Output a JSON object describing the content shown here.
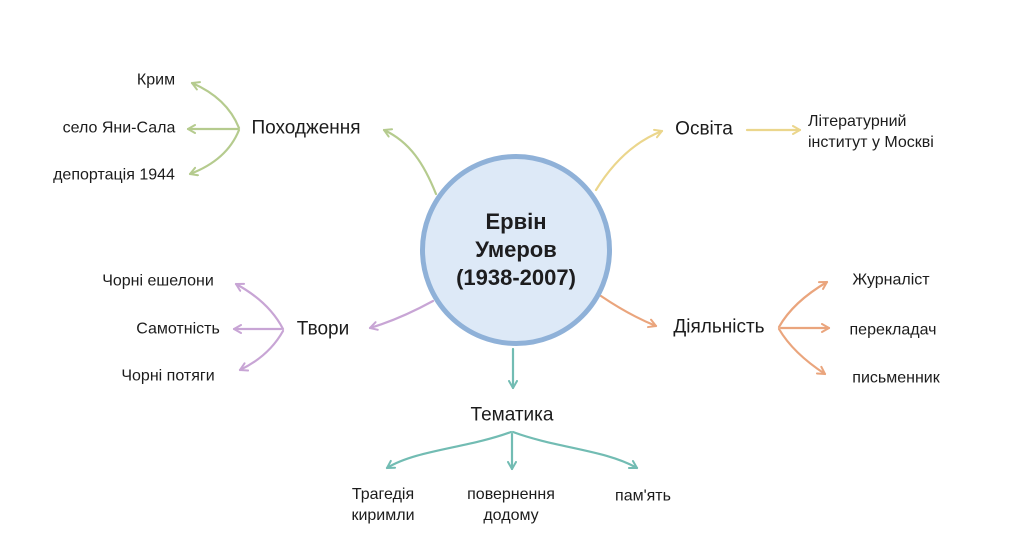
{
  "center": {
    "line1": "Ервін",
    "line2": "Умеров",
    "line3": "(1938-2007)",
    "fill": "#dde9f7",
    "border": "#8fb1d8"
  },
  "branches": [
    {
      "id": "pokhodzhennia",
      "label": "Походження",
      "color": "#b5cb8e",
      "children": [
        "Крим",
        "село Яни-Сала",
        "депортація 1944"
      ]
    },
    {
      "id": "osvita",
      "label": "Освіта",
      "color": "#ebd68c",
      "children": [
        "Літературний інститут у Москві"
      ]
    },
    {
      "id": "tvory",
      "label": "Твори",
      "color": "#c8a5d5",
      "children": [
        "Чорні ешелони",
        "Самотність",
        "Чорні потяги"
      ]
    },
    {
      "id": "diialnist",
      "label": "Діяльність",
      "color": "#eaa57d",
      "children": [
        "Журналіст",
        "перекладач",
        "письменник"
      ]
    },
    {
      "id": "tematyka",
      "label": "Тематика",
      "color": "#72bcb3",
      "children": [
        "Трагедія киримли",
        "повернення додому",
        "пам'ять"
      ]
    }
  ]
}
